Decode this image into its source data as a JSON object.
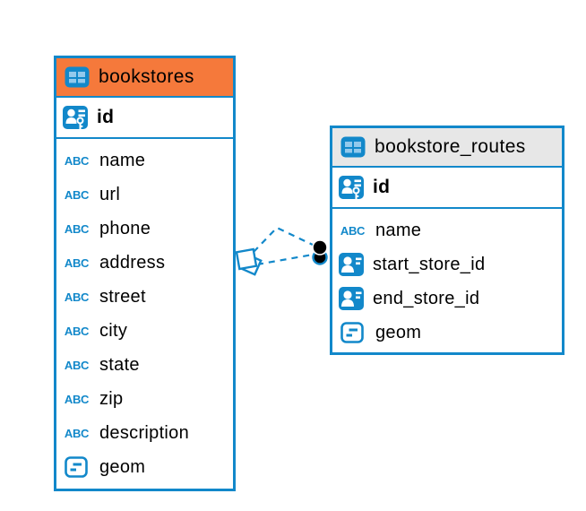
{
  "diagram": {
    "kind": "entity-relationship",
    "background": "#ffffff"
  },
  "colors": {
    "accent_blue": "#1288ca",
    "icon_cell_blue": "#93c9ec",
    "bookstores_header_orange": "#f5793b",
    "routes_header_gray": "#e7e7e7",
    "text": "#000000",
    "relation_endpoint_dot": "#000000"
  },
  "icons": {
    "text_type_label": "ABC"
  },
  "tables": [
    {
      "name": "bookstores",
      "primary_key": {
        "name": "id",
        "icon": "primary-key-icon"
      },
      "columns": [
        {
          "name": "name",
          "icon": "text-type-icon"
        },
        {
          "name": "url",
          "icon": "text-type-icon"
        },
        {
          "name": "phone",
          "icon": "text-type-icon"
        },
        {
          "name": "address",
          "icon": "text-type-icon"
        },
        {
          "name": "street",
          "icon": "text-type-icon"
        },
        {
          "name": "city",
          "icon": "text-type-icon"
        },
        {
          "name": "state",
          "icon": "text-type-icon"
        },
        {
          "name": "zip",
          "icon": "text-type-icon"
        },
        {
          "name": "description",
          "icon": "text-type-icon"
        },
        {
          "name": "geom",
          "icon": "geometry-type-icon"
        }
      ]
    },
    {
      "name": "bookstore_routes",
      "primary_key": {
        "name": "id",
        "icon": "primary-key-icon"
      },
      "columns": [
        {
          "name": "name",
          "icon": "text-type-icon"
        },
        {
          "name": "start_store_id",
          "icon": "foreign-key-icon"
        },
        {
          "name": "end_store_id",
          "icon": "foreign-key-icon"
        },
        {
          "name": "geom",
          "icon": "geometry-type-icon"
        }
      ]
    }
  ],
  "relations": [
    {
      "from": "bookstore_routes",
      "to": "bookstores",
      "line_style": "dashed"
    },
    {
      "from": "bookstore_routes",
      "to": "bookstores",
      "line_style": "dashed"
    }
  ]
}
